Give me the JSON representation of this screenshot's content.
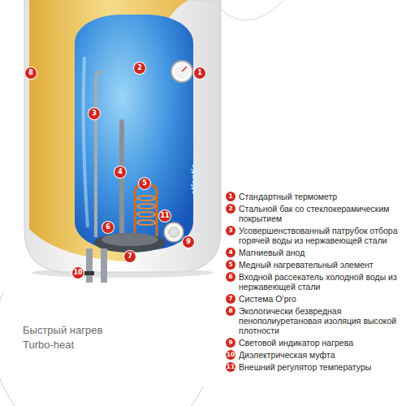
{
  "diagram": {
    "labels": [
      "8",
      "2",
      "1",
      "3",
      "4",
      "5",
      "11",
      "6",
      "9",
      "7",
      "10",
      "atlantic",
      "1",
      "Стандартный термометр",
      "2",
      "Стальной бак со стеклокерамическим покрытием",
      "3",
      "Усовершенствованный патрубок отбора горячей воды из нержавеющей стали",
      "4",
      "Магниевый анод",
      "5",
      "Медный нагревательный элемент",
      "6",
      "Входной рассекатель холодной воды из нержавеющей стали",
      "7",
      "Система O’pro",
      "8",
      "Экологически безвредная пенополиуретановая изоляция высокой плотности",
      "9",
      "Световой индикатор нагрева",
      "10",
      "Диэлектрическая муфта",
      "11",
      "Внешний регулятор температуры",
      "Быстрый нагрев",
      "Turbo-heat"
    ]
  }
}
